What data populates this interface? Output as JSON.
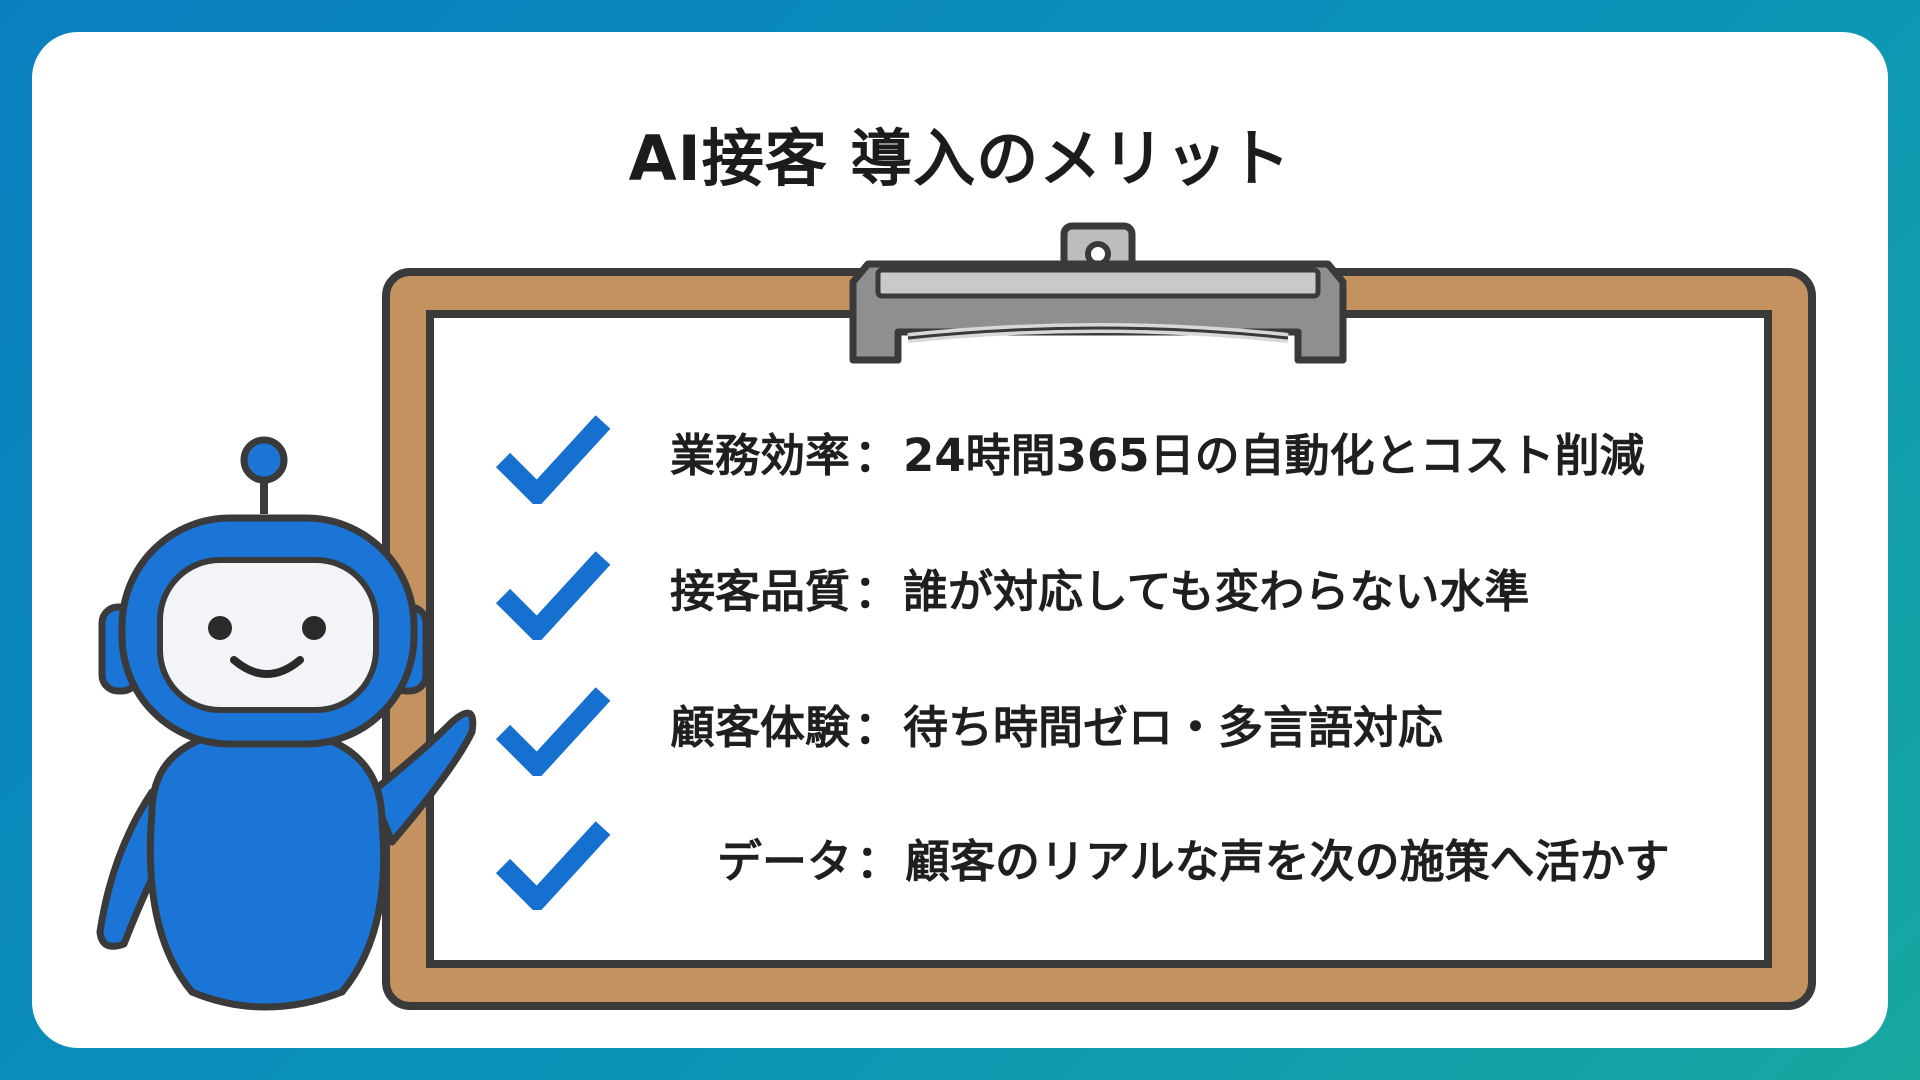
{
  "title": "AI接客 導入のメリット",
  "items": [
    {
      "label": "業務効率",
      "separator": "：",
      "text": "24時間365日の自動化とコスト削減"
    },
    {
      "label": "接客品質",
      "separator": "：",
      "text": "誰が対応しても変わらない水準"
    },
    {
      "label": "顧客体験",
      "separator": "：",
      "text": "待ち時間ゼロ・多言語対応"
    },
    {
      "label": "データ",
      "separator": "：",
      "text": "顧客のリアルな声を次の施策へ活かす"
    }
  ],
  "colors": {
    "background_start": "#0a7fbf",
    "background_end": "#17a8a0",
    "check": "#1670d0",
    "board": "#c4925e",
    "robot": "#1a75d6",
    "outline": "#3a3a3a"
  },
  "icons": [
    "checkmark-icon",
    "robot-mascot",
    "clipboard-clip"
  ]
}
